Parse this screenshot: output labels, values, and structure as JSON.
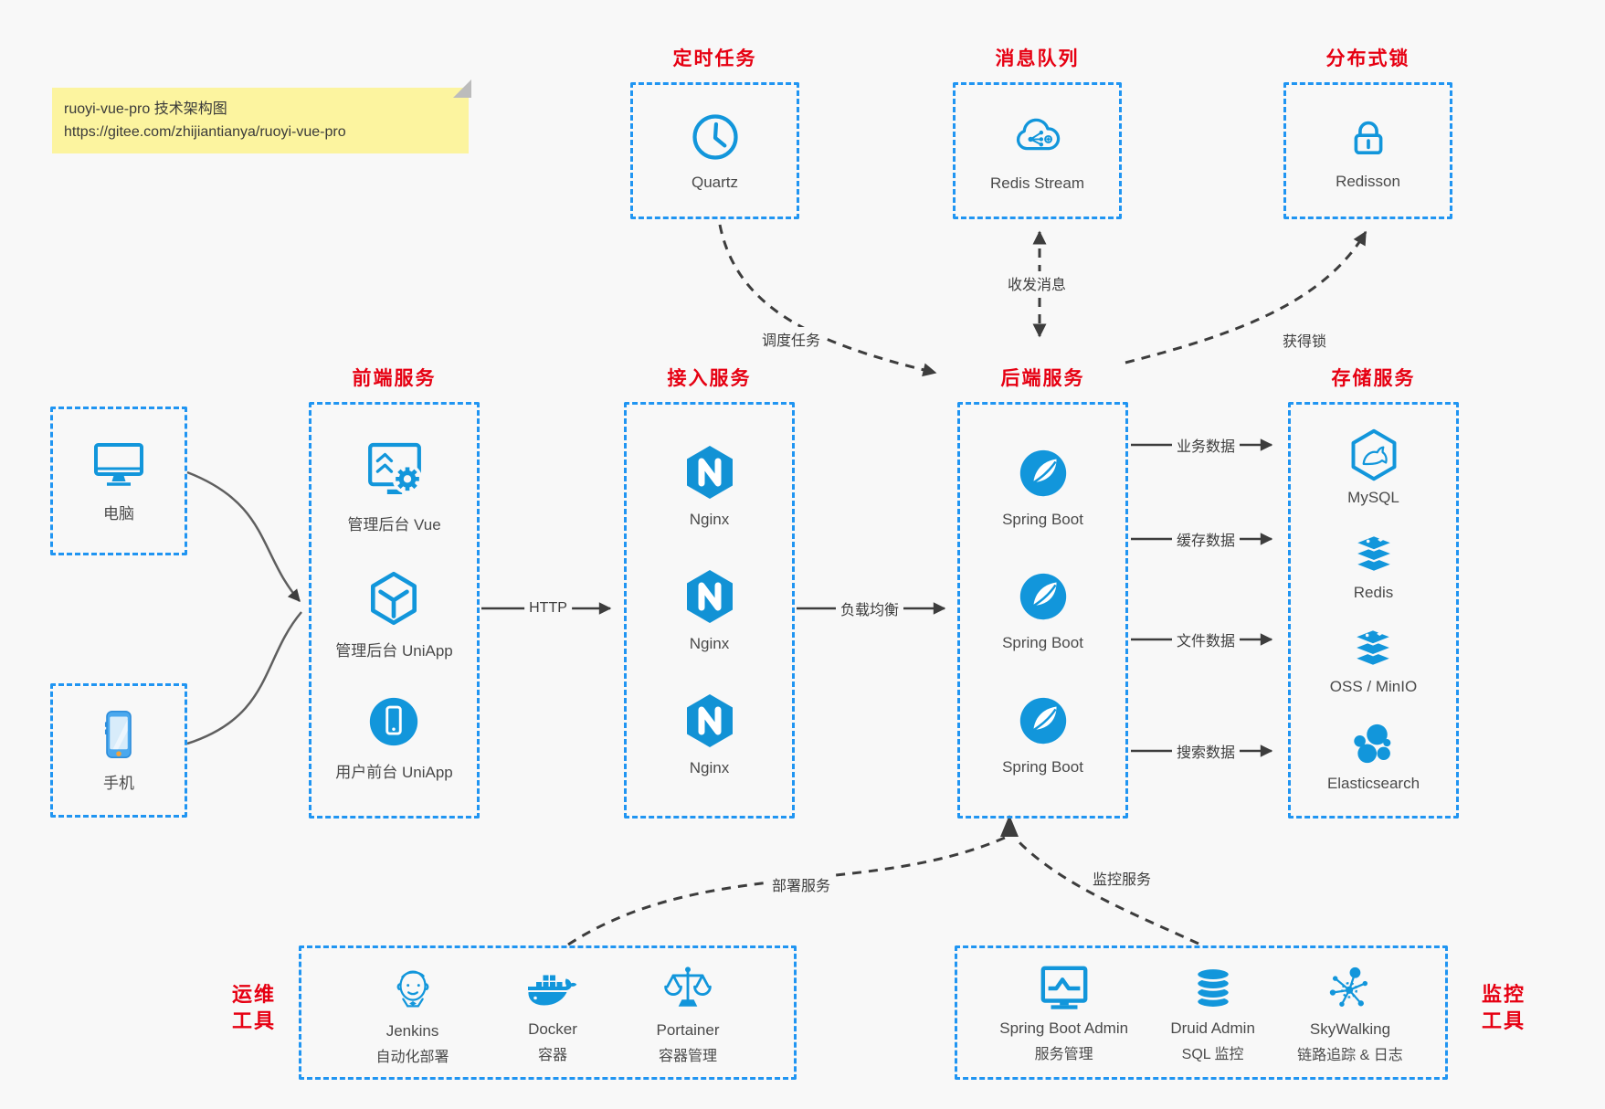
{
  "note": {
    "line1": "ruoyi-vue-pro 技术架构图",
    "line2": "https://gitee.com/zhijiantianya/ruoyi-vue-pro"
  },
  "colors": {
    "accent_blue": "#2095f2",
    "icon_blue": "#1296db",
    "title_red": "#e60012",
    "note_yellow": "#fcf49f"
  },
  "top": {
    "scheduler": {
      "title": "定时任务",
      "item": "Quartz"
    },
    "mq": {
      "title": "消息队列",
      "item": "Redis Stream"
    },
    "lock": {
      "title": "分布式锁",
      "item": "Redisson"
    }
  },
  "devices": {
    "computer": "电脑",
    "phone": "手机"
  },
  "columns": {
    "frontend": {
      "title": "前端服务",
      "items": [
        {
          "label": "管理后台 Vue"
        },
        {
          "label": "管理后台 UniApp"
        },
        {
          "label": "用户前台 UniApp"
        }
      ]
    },
    "gateway": {
      "title": "接入服务",
      "items": [
        {
          "label": "Nginx"
        },
        {
          "label": "Nginx"
        },
        {
          "label": "Nginx"
        }
      ]
    },
    "backend": {
      "title": "后端服务",
      "items": [
        {
          "label": "Spring Boot"
        },
        {
          "label": "Spring Boot"
        },
        {
          "label": "Spring Boot"
        }
      ]
    },
    "storage": {
      "title": "存储服务",
      "items": [
        {
          "label": "MySQL"
        },
        {
          "label": "Redis"
        },
        {
          "label": "OSS / MinIO"
        },
        {
          "label": "Elasticsearch"
        }
      ]
    }
  },
  "bottom": {
    "ops": {
      "title_line1": "运维",
      "title_line2": "工具",
      "items": [
        {
          "name": "Jenkins",
          "desc": "自动化部署"
        },
        {
          "name": "Docker",
          "desc": "容器"
        },
        {
          "name": "Portainer",
          "desc": "容器管理"
        }
      ]
    },
    "monitoring": {
      "title_line1": "监控",
      "title_line2": "工具",
      "items": [
        {
          "name": "Spring Boot Admin",
          "desc": "服务管理"
        },
        {
          "name": "Druid Admin",
          "desc": "SQL 监控"
        },
        {
          "name": "SkyWalking",
          "desc": "链路追踪 & 日志"
        }
      ]
    }
  },
  "edges": {
    "http": "HTTP",
    "load_balance": "负载均衡",
    "business_data": "业务数据",
    "cache_data": "缓存数据",
    "file_data": "文件数据",
    "search_data": "搜索数据",
    "schedule": "调度任务",
    "message": "收发消息",
    "acquire_lock": "获得锁",
    "deploy": "部署服务",
    "monitor": "监控服务"
  }
}
